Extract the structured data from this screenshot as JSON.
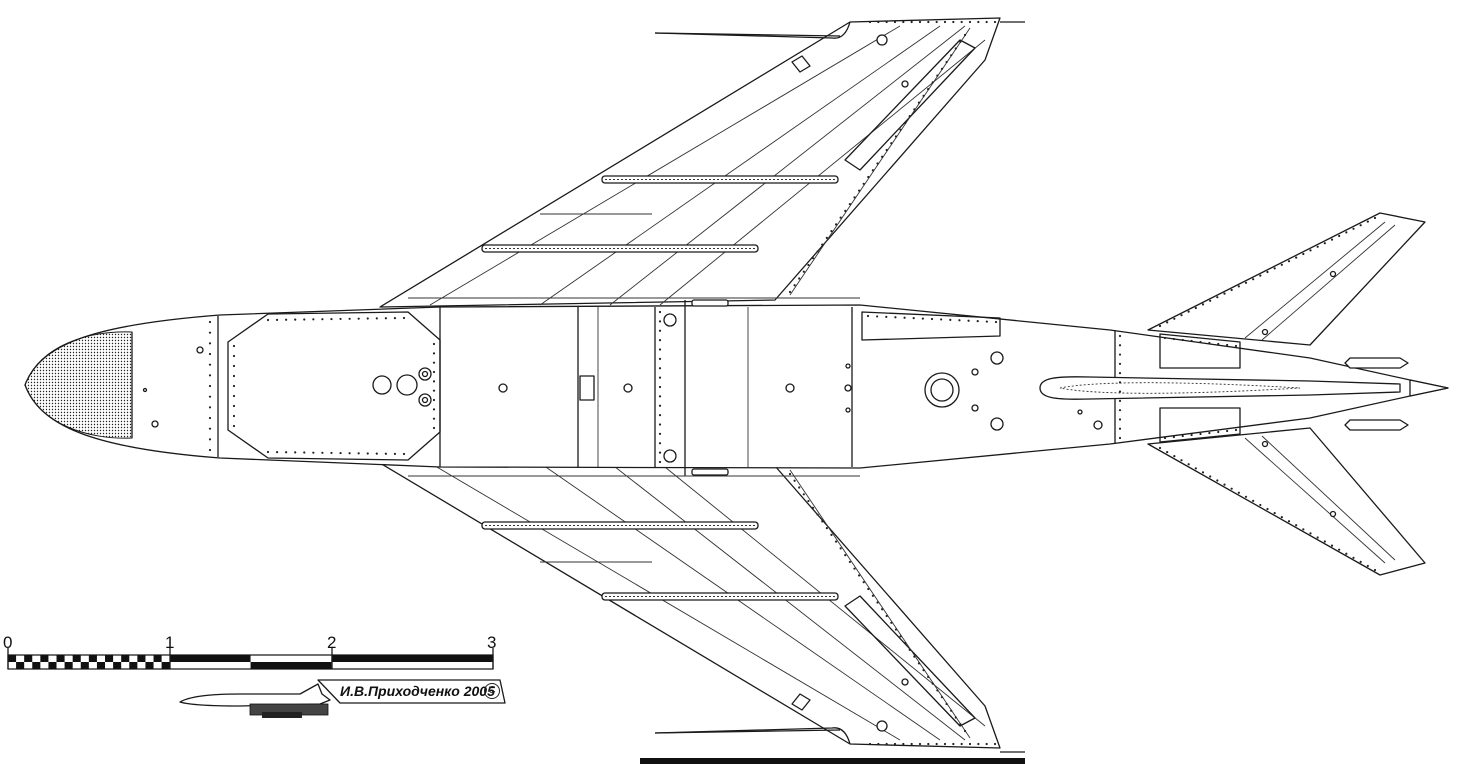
{
  "scale_bar": {
    "ticks": [
      "0",
      "1",
      "2",
      "3"
    ]
  },
  "credit": {
    "author": "И.В.Приходченко 2005",
    "copyright_symbol": "C"
  }
}
